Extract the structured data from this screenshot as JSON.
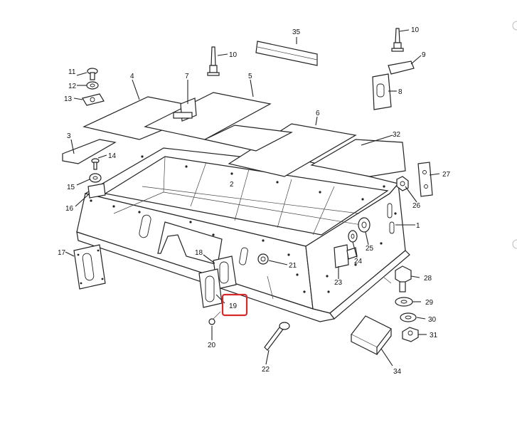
{
  "diagram": {
    "highlight_color": "#d62a2a",
    "highlighted_callout": "19",
    "callouts": [
      {
        "id": "c1",
        "label": "1"
      },
      {
        "id": "c2",
        "label": "2"
      },
      {
        "id": "c3",
        "label": "3"
      },
      {
        "id": "c4",
        "label": "4"
      },
      {
        "id": "c5",
        "label": "5"
      },
      {
        "id": "c6",
        "label": "6"
      },
      {
        "id": "c7",
        "label": "7"
      },
      {
        "id": "c8",
        "label": "8"
      },
      {
        "id": "c9",
        "label": "9"
      },
      {
        "id": "c10a",
        "label": "10"
      },
      {
        "id": "c10b",
        "label": "10"
      },
      {
        "id": "c11",
        "label": "11"
      },
      {
        "id": "c12",
        "label": "12"
      },
      {
        "id": "c13",
        "label": "13"
      },
      {
        "id": "c14",
        "label": "14"
      },
      {
        "id": "c15",
        "label": "15"
      },
      {
        "id": "c16",
        "label": "16"
      },
      {
        "id": "c17",
        "label": "17"
      },
      {
        "id": "c18",
        "label": "18"
      },
      {
        "id": "c19",
        "label": "19"
      },
      {
        "id": "c20",
        "label": "20"
      },
      {
        "id": "c21",
        "label": "21"
      },
      {
        "id": "c22",
        "label": "22"
      },
      {
        "id": "c23",
        "label": "23"
      },
      {
        "id": "c24",
        "label": "24"
      },
      {
        "id": "c25",
        "label": "25"
      },
      {
        "id": "c26",
        "label": "26"
      },
      {
        "id": "c27",
        "label": "27"
      },
      {
        "id": "c28",
        "label": "28"
      },
      {
        "id": "c29",
        "label": "29"
      },
      {
        "id": "c30",
        "label": "30"
      },
      {
        "id": "c31",
        "label": "31"
      },
      {
        "id": "c32",
        "label": "32"
      },
      {
        "id": "c34",
        "label": "34"
      },
      {
        "id": "c35",
        "label": "35"
      }
    ]
  }
}
